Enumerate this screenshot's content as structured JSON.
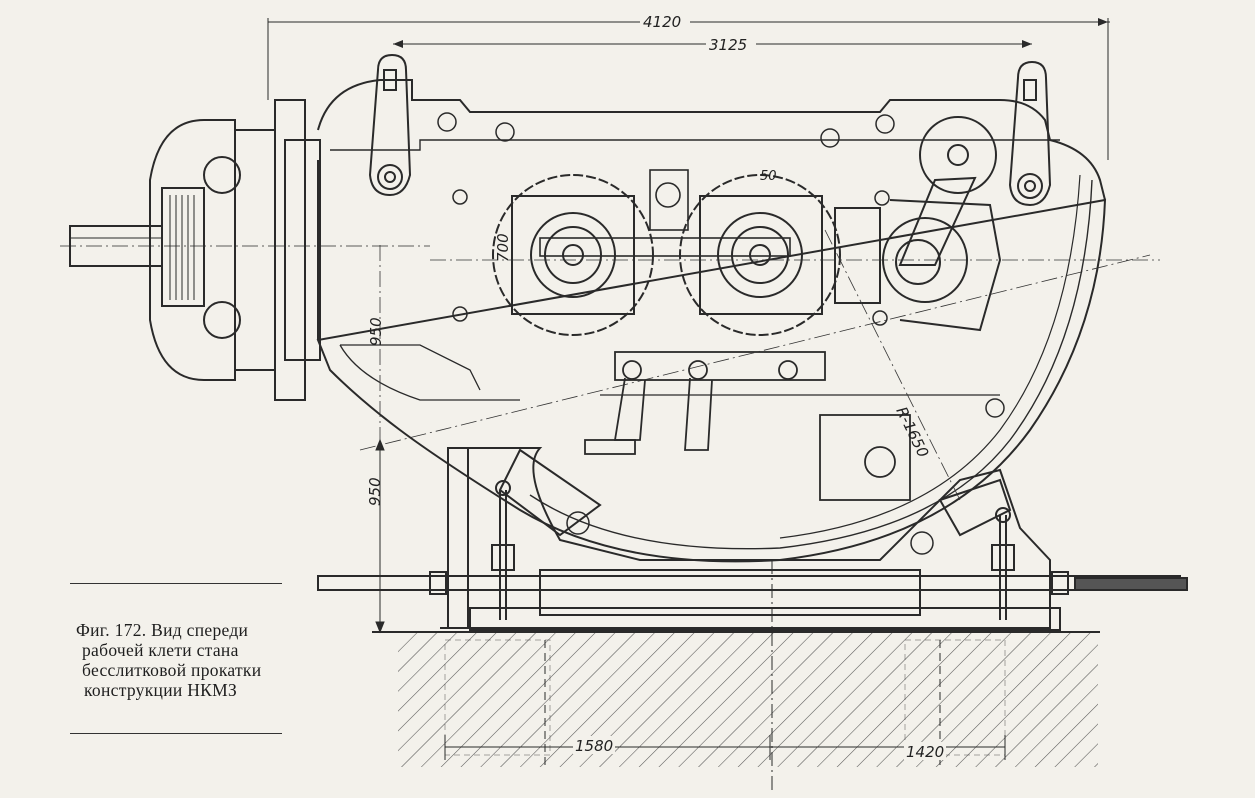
{
  "caption": {
    "line1": "Фиг. 172. Вид спереди",
    "line2": "рабочей клети стана",
    "line3": "бесслитковой прокатки",
    "line4": "конструкции НКМЗ"
  },
  "dimensions": {
    "overall_width": "4120",
    "inner_width": "3125",
    "offset_50": "50",
    "height_700": "700",
    "height_950_upper": "950",
    "height_950_lower": "950",
    "radius": "R-1650",
    "base_left": "1580",
    "base_right": "1420"
  }
}
